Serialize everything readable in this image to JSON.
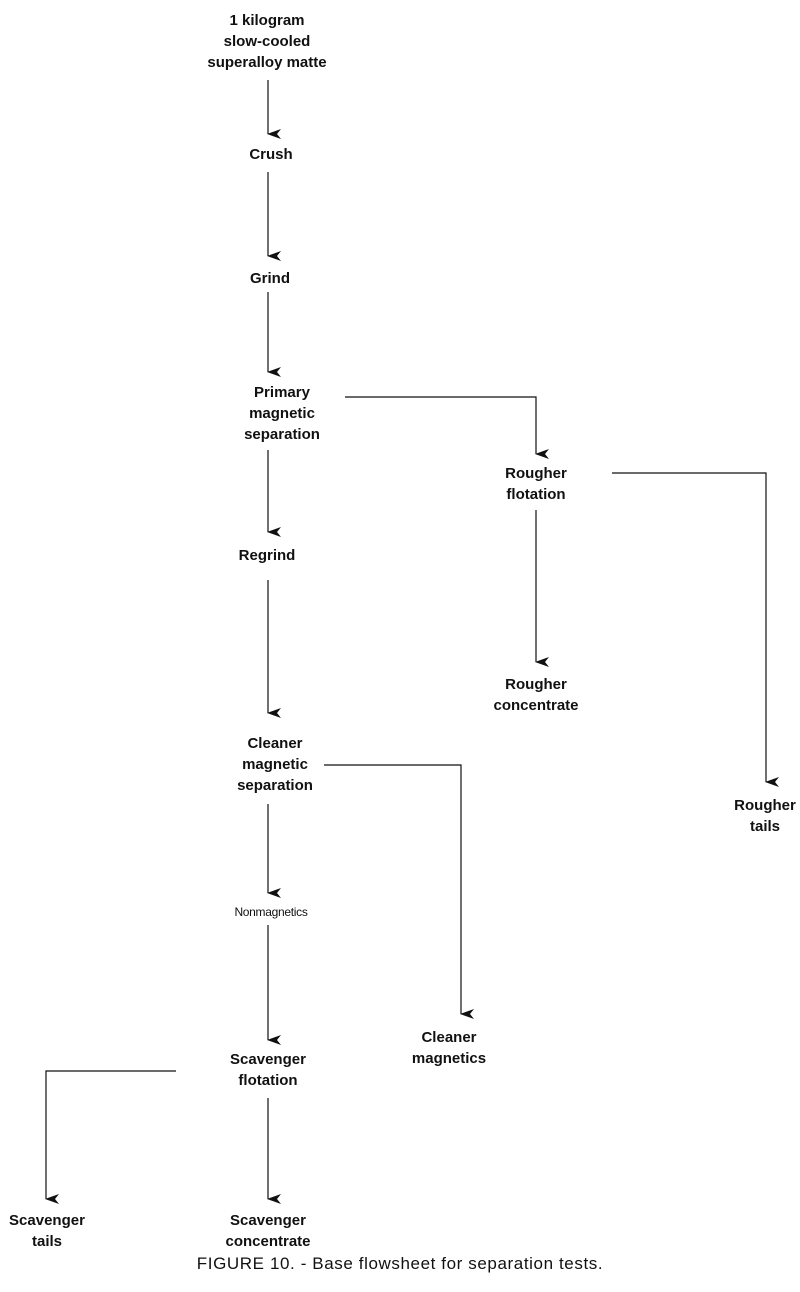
{
  "nodes": {
    "start": {
      "lines": [
        "1 kilogram",
        "slow-cooled",
        "superalloy matte"
      ]
    },
    "crush": {
      "lines": [
        "Crush"
      ]
    },
    "grind": {
      "lines": [
        "Grind"
      ]
    },
    "primary_magnetic_separation": {
      "lines": [
        "Primary",
        "magnetic",
        "separation"
      ]
    },
    "rougher_flotation": {
      "lines": [
        "Rougher",
        "flotation"
      ]
    },
    "regrind": {
      "lines": [
        "Regrind"
      ]
    },
    "rougher_concentrate": {
      "lines": [
        "Rougher",
        "concentrate"
      ]
    },
    "cleaner_magnetic_separation": {
      "lines": [
        "Cleaner",
        "magnetic",
        "separation"
      ]
    },
    "rougher_tails": {
      "lines": [
        "Rougher",
        "tails"
      ]
    },
    "nonmagnetics": {
      "lines": [
        "Nonmagnetics"
      ]
    },
    "cleaner_magnetics": {
      "lines": [
        "Cleaner",
        "magnetics"
      ]
    },
    "scavenger_flotation": {
      "lines": [
        "Scavenger",
        "flotation"
      ]
    },
    "scavenger_tails": {
      "lines": [
        "Scavenger",
        "tails"
      ]
    },
    "scavenger_concentrate": {
      "lines": [
        "Scavenger",
        "concentrate"
      ]
    }
  },
  "edges": [
    {
      "from": "start",
      "to": "crush"
    },
    {
      "from": "crush",
      "to": "grind"
    },
    {
      "from": "grind",
      "to": "primary_magnetic_separation"
    },
    {
      "from": "primary_magnetic_separation",
      "to": "regrind"
    },
    {
      "from": "primary_magnetic_separation",
      "to": "rougher_flotation"
    },
    {
      "from": "rougher_flotation",
      "to": "rougher_concentrate"
    },
    {
      "from": "rougher_flotation",
      "to": "rougher_tails"
    },
    {
      "from": "regrind",
      "to": "cleaner_magnetic_separation"
    },
    {
      "from": "cleaner_magnetic_separation",
      "to": "nonmagnetics"
    },
    {
      "from": "cleaner_magnetic_separation",
      "to": "cleaner_magnetics"
    },
    {
      "from": "nonmagnetics",
      "to": "scavenger_flotation"
    },
    {
      "from": "scavenger_flotation",
      "to": "scavenger_concentrate"
    },
    {
      "from": "scavenger_flotation",
      "to": "scavenger_tails"
    }
  ],
  "caption": "FIGURE 10. - Base flowsheet for separation tests."
}
